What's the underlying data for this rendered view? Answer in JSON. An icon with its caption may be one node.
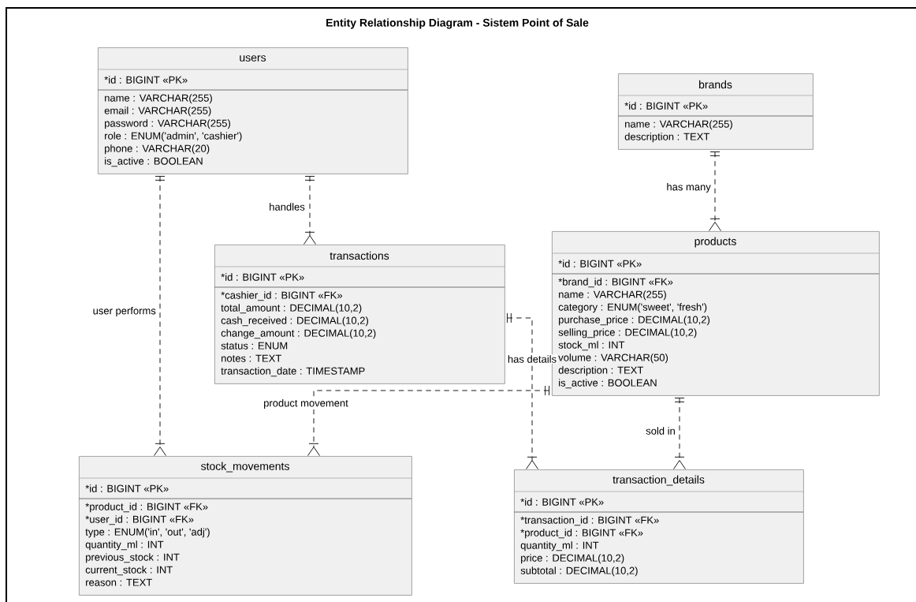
{
  "diagram": {
    "title": "Entity Relationship Diagram - Sistem Point of Sale",
    "nodes": [
      {
        "text": [
          "users",
          "*id : BIGINT «PK»",
          "name : VARCHAR(255)",
          "email : VARCHAR(255)",
          "password : VARCHAR(255)",
          "role : ENUM('admin', 'cashier')",
          "phone : VARCHAR(20)",
          "is_active : BOOLEAN"
        ]
      },
      {
        "text": [
          "brands",
          "*id : BIGINT «PK»",
          "name : VARCHAR(255)",
          "description : TEXT"
        ]
      },
      {
        "text": [
          "transactions",
          "*id : BIGINT «PK»",
          "*cashier_id : BIGINT «FK»",
          "total_amount : DECIMAL(10,2)",
          "cash_received : DECIMAL(10,2)",
          "change_amount : DECIMAL(10,2)",
          "status : ENUM",
          "notes : TEXT",
          "transaction_date : TIMESTAMP"
        ]
      },
      {
        "text": [
          "products",
          "*id : BIGINT «PK»",
          "*brand_id : BIGINT «FK»",
          "name : VARCHAR(255)",
          "category : ENUM('sweet', 'fresh')",
          "purchase_price : DECIMAL(10,2)",
          "selling_price : DECIMAL(10,2)",
          "stock_ml : INT",
          "volume : VARCHAR(50)",
          "description : TEXT",
          "is_active : BOOLEAN"
        ]
      },
      {
        "text": [
          "stock_movements",
          "*id : BIGINT «PK»",
          "*product_id : BIGINT «FK»",
          "*user_id : BIGINT «FK»",
          "type : ENUM('in', 'out', 'adj')",
          "quantity_ml : INT",
          "previous_stock : INT",
          "current_stock : INT",
          "reason : TEXT"
        ]
      },
      {
        "text": [
          "transaction_details",
          "*id : BIGINT «PK»",
          "*transaction_id : BIGINT «FK»",
          "*product_id : BIGINT «FK»",
          "quantity_ml : INT",
          "price : DECIMAL(10,2)",
          "subtotal : DECIMAL(10,2)"
        ]
      }
    ],
    "edges": [
      {
        "from": 0,
        "to": 2,
        "arrow": "other",
        "label": "handles"
      },
      {
        "from": 0,
        "to": 4,
        "arrow": "other",
        "label": "user performs"
      },
      {
        "from": 1,
        "to": 3,
        "arrow": "other",
        "label": "has many"
      },
      {
        "from": 2,
        "to": 5,
        "arrow": "other",
        "label": "has details"
      },
      {
        "from": 3,
        "to": 4,
        "arrow": "other",
        "label": "product movement"
      },
      {
        "from": 3,
        "to": 5,
        "arrow": "other",
        "label": "sold in"
      }
    ]
  }
}
